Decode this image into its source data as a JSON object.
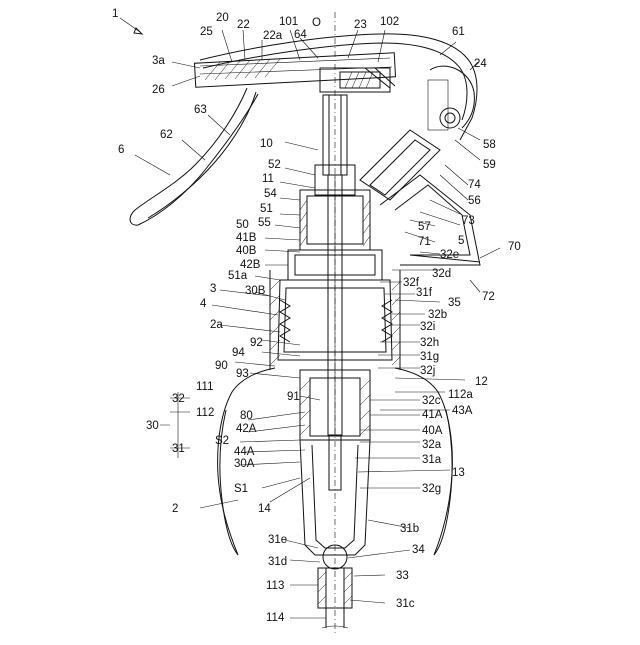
{
  "figure": {
    "labels": {
      "l1": "1",
      "l3a": "3a",
      "l26": "26",
      "l25": "25",
      "l20": "20",
      "l22": "22",
      "l22a": "22a",
      "l101": "101",
      "lO": "O",
      "l64": "64",
      "l23": "23",
      "l102": "102",
      "l61": "61",
      "l24": "24",
      "l63": "63",
      "l62": "62",
      "l6": "6",
      "l10": "10",
      "l58": "58",
      "l59": "59",
      "l52": "52",
      "l74": "74",
      "l11": "11",
      "l54": "54",
      "l56": "56",
      "l51": "51",
      "l55": "55",
      "l73": "73",
      "l50": "50",
      "l57": "57",
      "l41B": "41B",
      "l71": "71",
      "l5": "5",
      "l40B": "40B",
      "l32e": "32e",
      "l70": "70",
      "l42B": "42B",
      "l32d": "32d",
      "l51a": "51a",
      "l32f": "32f",
      "l72": "72",
      "l3": "3",
      "l30B": "30B",
      "l31f": "31f",
      "l4": "4",
      "l35": "35",
      "l32b": "32b",
      "l2a": "2a",
      "l32i": "32i",
      "l92": "92",
      "l32h": "32h",
      "l94": "94",
      "l31g": "31g",
      "l90": "90",
      "l32j": "32j",
      "l93": "93",
      "l12": "12",
      "l111": "111",
      "l112a": "112a",
      "l32": "32",
      "l91": "91",
      "l32c": "32c",
      "l112": "112",
      "l80": "80",
      "l43A": "43A",
      "l41A": "41A",
      "l42A": "42A",
      "l30": "30",
      "l40A": "40A",
      "lS2": "S2",
      "l32a": "32a",
      "l44A": "44A",
      "l31": "31",
      "l31a": "31a",
      "l30A": "30A",
      "l13": "13",
      "lS1": "S1",
      "l32g": "32g",
      "l14": "14",
      "l2": "2",
      "l31b": "31b",
      "l31e": "31e",
      "l34": "34",
      "l31d": "31d",
      "l33": "33",
      "l113": "113",
      "l31c": "31c",
      "l114": "114"
    }
  }
}
